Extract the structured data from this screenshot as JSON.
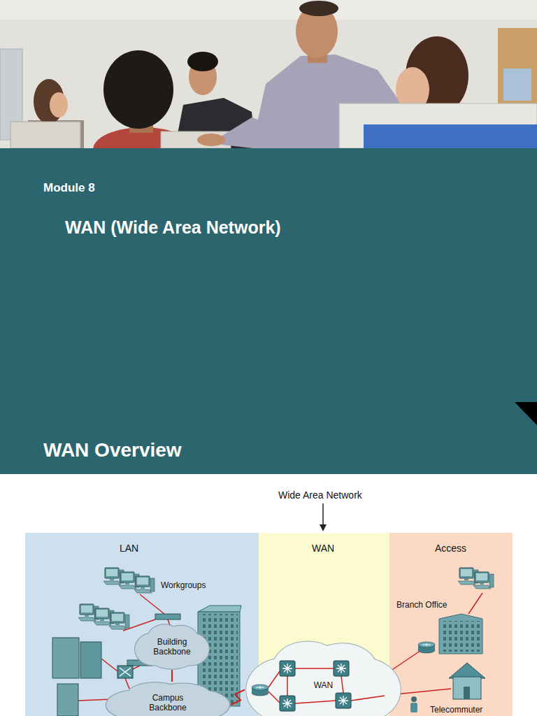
{
  "diagram": {
    "title": "WAN (Wide Area Network)",
    "nodes": [
      {
        "text": [
          "LAN"
        ]
      },
      {
        "text": [
          "WAN"
        ]
      },
      {
        "text": [
          "Access"
        ]
      },
      {
        "text": [
          "Building Backbone"
        ],
        "in": 0
      },
      {
        "text": [
          "Campus Backbone"
        ],
        "in": 0
      },
      {
        "text": [
          "WAN"
        ],
        "in": 1
      }
    ],
    "edges": [
      {
        "from": 3,
        "to": 4,
        "arrow": "none"
      },
      {
        "from": 4,
        "to": 5,
        "arrow": "none"
      }
    ],
    "labels": [
      "Module 8",
      "WAN Overview",
      "Wide Area Network",
      "Workgroups",
      "Branch Office",
      "Telecommuter"
    ]
  }
}
